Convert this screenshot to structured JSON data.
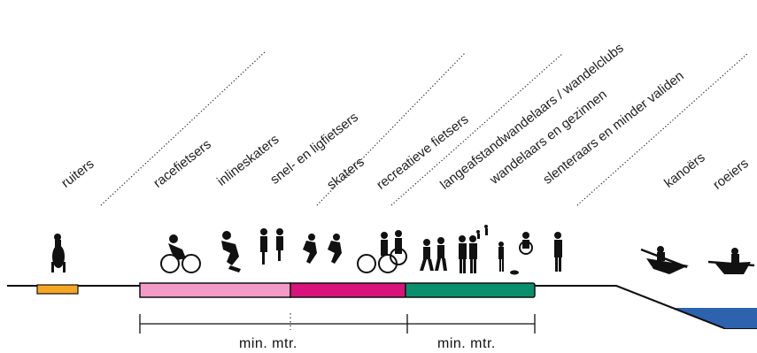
{
  "categories": [
    "ruiters",
    "racefietsers",
    "inlineskaters",
    "snel- en ligfietsers",
    "skaters",
    "recreatieve fietsers",
    "langeafstandwandelaars  / wandelclubs",
    "wandelaars en gezinnen",
    "slenteraars en minder validen",
    "kanoërs",
    "roeiers"
  ],
  "measures": {
    "left": "min.  mtr.",
    "right": "min.  mtr."
  },
  "colors": {
    "horse_path": "#f5a623",
    "pink": "#f39ac7",
    "magenta": "#d8127a",
    "green": "#0a8f6c",
    "water": "#2d63ad",
    "line": "#111111"
  }
}
